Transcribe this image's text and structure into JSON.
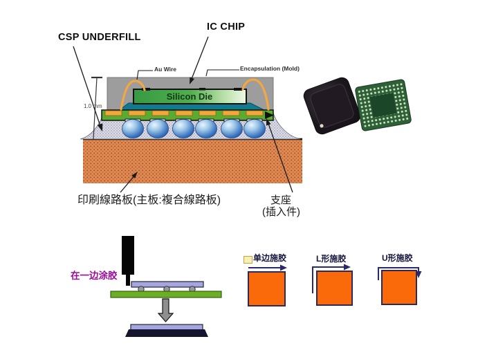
{
  "cross_section": {
    "label_csp_underfill": "CSP UNDERFILL",
    "label_ic_chip": "IC CHIP",
    "label_au_wire": "Au Wire",
    "label_encapsulation": "Encapsulation (Mold)",
    "label_silicon_die": "Silicon Die",
    "label_height": "1.0 mm",
    "label_pcb": "印刷線路板(主板:複合線路板)",
    "label_support_line1": "支座",
    "label_support_line2": "(插入件)"
  },
  "photos": {
    "left_chip_icon": "black-ic-chip-photo",
    "right_chip_icon": "green-bga-chip-photo"
  },
  "dispense": {
    "label_side": "在一边涂胶"
  },
  "patterns": {
    "items": [
      {
        "label": "单边施胶"
      },
      {
        "label": "L形施胶"
      },
      {
        "label": "U形施胶"
      }
    ]
  },
  "colors": {
    "mold_gray": "#9d9d9d",
    "die_green": "#4fae4e",
    "adhesive_teal": "#117a8e",
    "substrate_green": "#5aab30",
    "wire_orange": "#f2a840",
    "ball_blue": "#3a74c0",
    "pcb_orange": "#e08a55",
    "underfill_gray": "#dcdce8",
    "square_orange": "#fb6a0a",
    "arrow_navy": "#2a2a6a",
    "dispense_magenta": "#990a99"
  }
}
